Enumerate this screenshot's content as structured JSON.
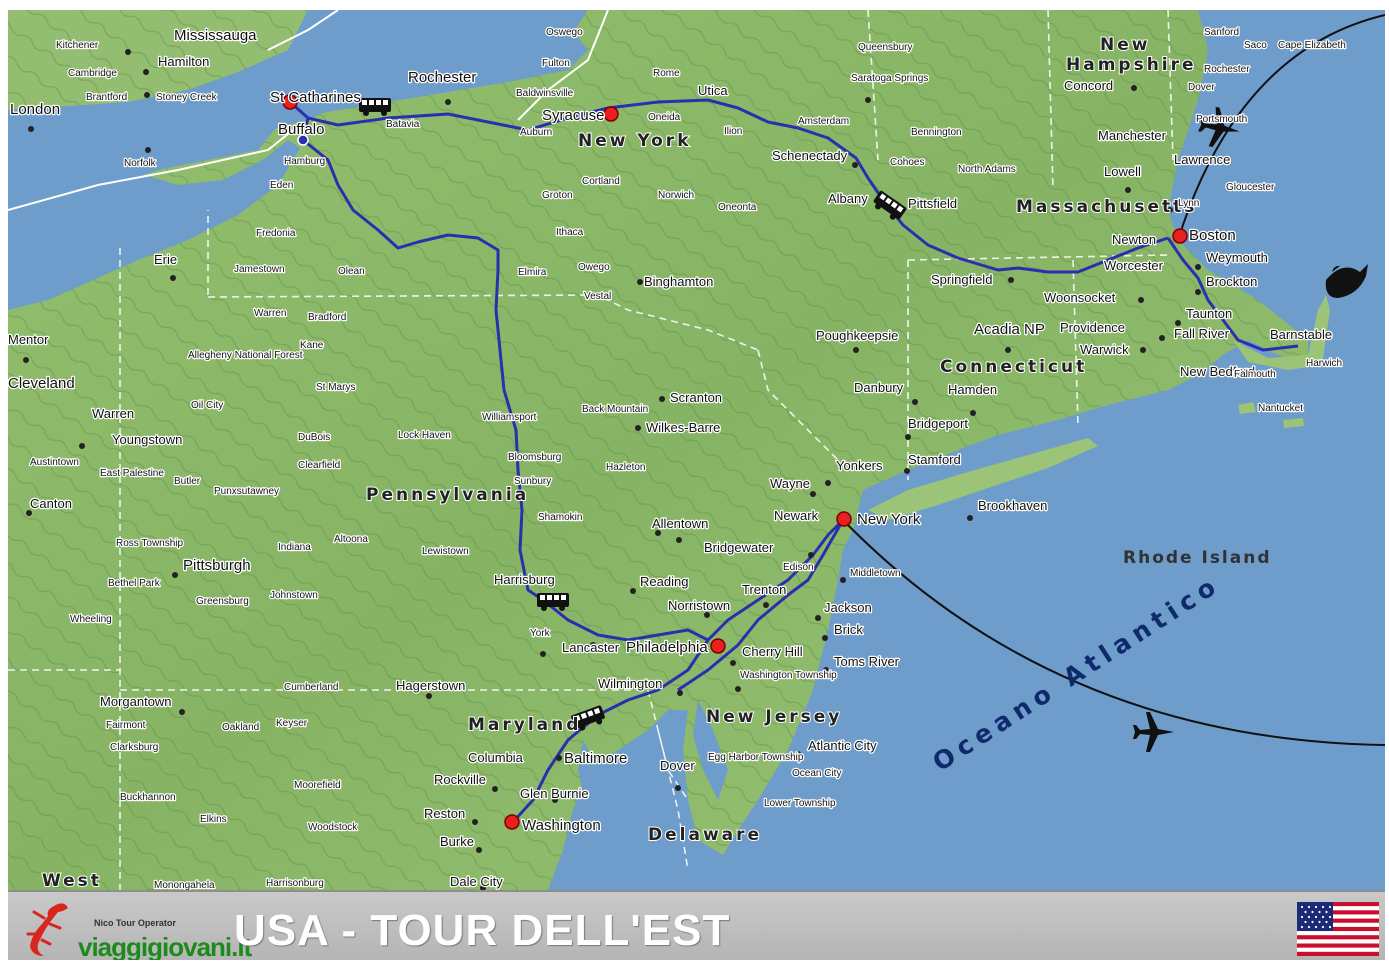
{
  "title": "USA - TOUR DELL'EST",
  "logo": {
    "brand": "viaggigiovani.it",
    "tagline": "Nico Tour Operator"
  },
  "ocean_label": "Oceano Atlantico",
  "regions": {
    "pennsylvania": "Pennsylvania",
    "new_york_state": "New York",
    "massachusetts": "Massachusetts",
    "connecticut": "Connecticut",
    "new_jersey": "New Jersey",
    "maryland": "Maryland",
    "delaware": "Delaware",
    "new_hampshire_1": "New",
    "new_hampshire_2": "Hampshire",
    "rhode_island": "Rhode Island",
    "west": "West"
  },
  "stops": {
    "st_catharines": "St Catharines",
    "buffalo": "Buffalo",
    "syracuse": "Syracuse",
    "boston": "Boston",
    "new_york_city": "New York",
    "philadelphia": "Philadelphia",
    "washington": "Washington"
  },
  "cities": {
    "mississauga": "Mississauga",
    "kitchener": "Kitchener",
    "hamilton": "Hamilton",
    "cambridge": "Cambridge",
    "brantford": "Brantford",
    "stoney_creek": "Stoney Creek",
    "london": "London",
    "norfolk": "Norfolk",
    "rochester": "Rochester",
    "oswego": "Oswego",
    "fulton": "Fulton",
    "rome": "Rome",
    "utica": "Utica",
    "oneida": "Oneida",
    "baldwinsville": "Baldwinsville",
    "auburn": "Auburn",
    "batavia": "Batavia",
    "hamburg": "Hamburg",
    "eden": "Eden",
    "ilion": "Ilion",
    "amsterdam": "Amsterdam",
    "schenectady": "Schenectady",
    "albany": "Albany",
    "cohoes": "Cohoes",
    "saratoga": "Saratoga Springs",
    "queensbury": "Queensbury",
    "bennington": "Bennington",
    "north_adams": "North Adams",
    "pittsfield": "Pittsfield",
    "springfield": "Springfield",
    "worcester": "Worcester",
    "newton": "Newton",
    "weymouth": "Weymouth",
    "brockton": "Brockton",
    "taunton": "Taunton",
    "fall_river": "Fall River",
    "new_bedford": "New Bedford",
    "barnstable": "Barnstable",
    "harwich": "Harwich",
    "falmouth": "Falmouth",
    "nantucket": "Nantucket",
    "woonsocket": "Woonsocket",
    "providence": "Providence",
    "warwick": "Warwick",
    "acadia": "Acadia NP",
    "manchester": "Manchester",
    "concord": "Concord",
    "lowell": "Lowell",
    "lawrence": "Lawrence",
    "portsmouth": "Portsmouth",
    "gloucester": "Gloucester",
    "lynn": "Lynn",
    "dover": "Dover",
    "rochester_nh": "Rochester",
    "sanford": "Sanford",
    "saco": "Saco",
    "cape_elizabeth": "Cape Elizabeth",
    "cortland": "Cortland",
    "groton": "Groton",
    "ithaca": "Ithaca",
    "norwich": "Norwich",
    "oneonta": "Oneonta",
    "elmira": "Elmira",
    "owego": "Owego",
    "vestal": "Vestal",
    "binghamton": "Binghamton",
    "fredonia": "Fredonia",
    "jamestown": "Jamestown",
    "olean": "Olean",
    "erie": "Erie",
    "warren_pa": "Warren",
    "bradford": "Bradford",
    "kane": "Kane",
    "allegheny": "Allegheny National Forest",
    "st_marys": "St Marys",
    "oil_city": "Oil City",
    "mentor": "Mentor",
    "cleveland": "Cleveland",
    "warren_oh": "Warren",
    "youngstown": "Youngstown",
    "austintown": "Austintown",
    "east_palestine": "East Palestine",
    "canton": "Canton",
    "butler": "Butler",
    "dubois": "DuBois",
    "clearfield": "Clearfield",
    "punxsutawney": "Punxsutawney",
    "lock_haven": "Lock Haven",
    "williamsport": "Williamsport",
    "bloomsburg": "Bloomsburg",
    "sunbury": "Sunbury",
    "shamokin": "Shamokin",
    "hazleton": "Hazleton",
    "back_mountain": "Back Mountain",
    "scranton": "Scranton",
    "wilkes_barre": "Wilkes-Barre",
    "allentown": "Allentown",
    "bridgewater": "Bridgewater",
    "reading": "Reading",
    "norristown": "Norristown",
    "harrisburg": "Harrisburg",
    "york": "York",
    "lancaster": "Lancaster",
    "altoona": "Altoona",
    "lewistown": "Lewistown",
    "indiana": "Indiana",
    "johnstown": "Johnstown",
    "greensburg": "Greensburg",
    "pittsburgh": "Pittsburgh",
    "ross_township": "Ross Township",
    "bethel_park": "Bethel Park",
    "wheeling": "Wheeling",
    "cumberland": "Cumberland",
    "hagerstown": "Hagerstown",
    "morgantown": "Morgantown",
    "fairmont": "Fairmont",
    "clarksburg": "Clarksburg",
    "buckhannon": "Buckhannon",
    "elkins": "Elkins",
    "oakland": "Oakland",
    "keyser": "Keyser",
    "moorefield": "Moorefield",
    "woodstock": "Woodstock",
    "harrisonburg": "Harrisonburg",
    "monongahela": "Monongahela",
    "poughkeepsie": "Poughkeepsie",
    "danbury": "Danbury",
    "hamden": "Hamden",
    "bridgeport": "Bridgeport",
    "stamford": "Stamford",
    "yonkers": "Yonkers",
    "wayne": "Wayne",
    "newark": "Newark",
    "edison": "Edison",
    "middletown": "Middletown",
    "brookhaven": "Brookhaven",
    "trenton": "Trenton",
    "jackson": "Jackson",
    "brick": "Brick",
    "toms_river": "Toms River",
    "cherry_hill": "Cherry Hill",
    "washington_twp": "Washington Township",
    "wilmington": "Wilmington",
    "egg_harbor": "Egg Harbor Township",
    "atlantic_city": "Atlantic City",
    "ocean_city": "Ocean City",
    "lower_twp": "Lower Township",
    "dover_de": "Dover",
    "columbia": "Columbia",
    "baltimore": "Baltimore",
    "glen_burnie": "Glen Burnie",
    "rockville": "Rockville",
    "reston": "Reston",
    "burke": "Burke",
    "dale_city": "Dale City"
  },
  "colors": {
    "route": "#2b2fae",
    "stop_marker": "#e82020",
    "land": "#8cba6a",
    "water": "#6e9ccb",
    "title_text": "#ffffff",
    "footer": "#bdbdbd",
    "logo_green": "#1c8a1c",
    "logo_red": "#d8261e"
  },
  "icons": [
    "bus-icon",
    "airplane-icon",
    "whale-icon",
    "lizard-logo-icon",
    "usa-flag-icon"
  ]
}
